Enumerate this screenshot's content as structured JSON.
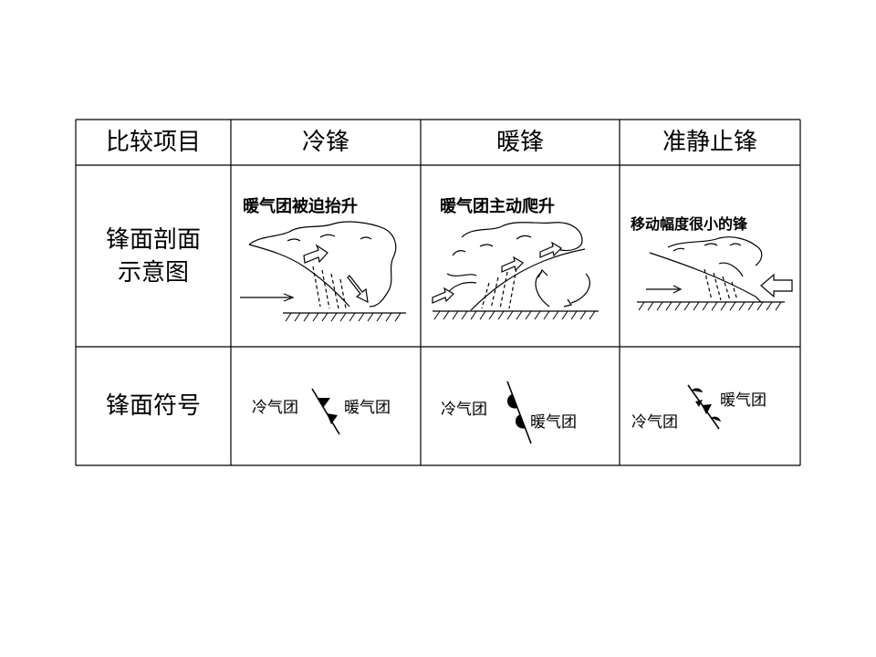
{
  "header": {
    "col1": "比较项目",
    "col2": "冷锋",
    "col3": "暖锋",
    "col4": "准静止锋"
  },
  "rows": {
    "profile": {
      "label_line1": "锋面剖面",
      "label_line2": "示意图",
      "cold_caption": "暖气团被迫抬升",
      "warm_caption": "暖气团主动爬升",
      "stationary_caption": "移动幅度很小的锋"
    },
    "symbol": {
      "label": "锋面符号",
      "cold": {
        "left": "冷气团",
        "right": "暖气团"
      },
      "warm": {
        "left": "冷气团",
        "right": "暖气团"
      },
      "stationary": {
        "left": "冷气团",
        "right": "暖气团"
      }
    }
  },
  "icons": [
    "front-profile-diagram",
    "cold-front-symbol",
    "warm-front-symbol",
    "stationary-front-symbol",
    "arrow-icon"
  ]
}
